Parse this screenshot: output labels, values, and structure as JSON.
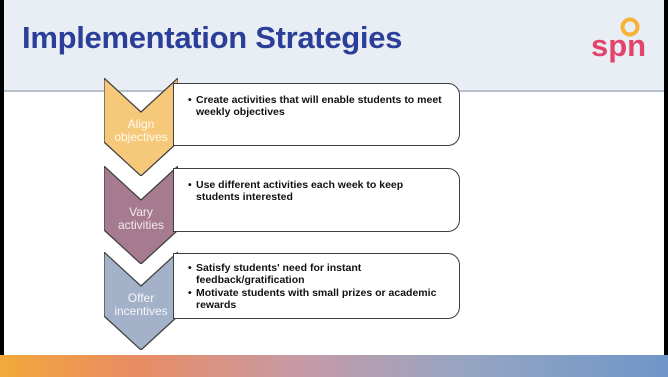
{
  "slide": {
    "title": "Implementation Strategies",
    "logo_text": "spn"
  },
  "steps": [
    {
      "label": "Align\nobjectives",
      "color": "#f6c97a",
      "bullets": [
        "Create activities that will enable students to meet weekly objectives"
      ]
    },
    {
      "label": "Vary\nactivities",
      "color": "#a77b8f",
      "bullets": [
        "Use different activities each week to keep students interested"
      ]
    },
    {
      "label": "Offer\nincentives",
      "color": "#a3b1c9",
      "bullets": [
        "Satisfy students' need for instant feedback/gratification",
        "Motivate students with small prizes or academic rewards"
      ]
    }
  ]
}
